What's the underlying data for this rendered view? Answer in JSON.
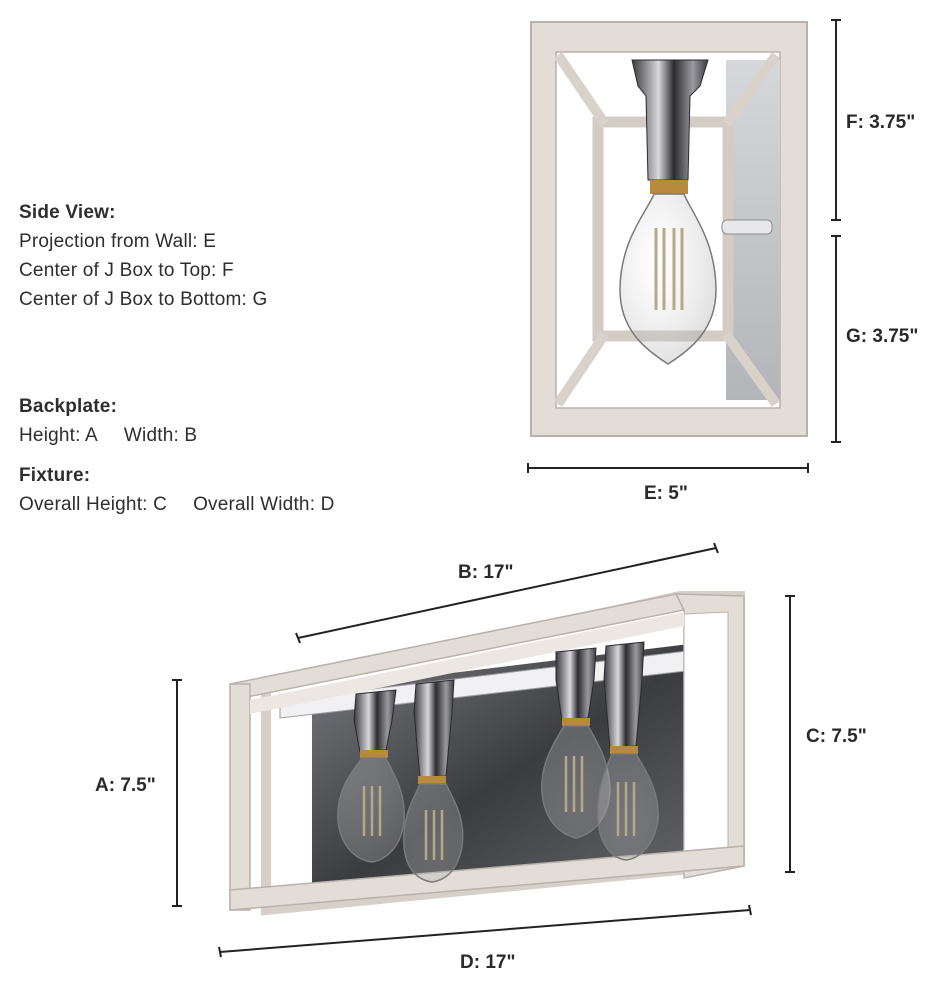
{
  "legend": {
    "side_view": {
      "heading": "Side View:",
      "lines": [
        "Projection from Wall: E",
        "Center of J Box to Top: F",
        "Center of J Box to Bottom: G"
      ]
    },
    "backplate": {
      "heading": "Backplate:",
      "items": [
        "Height: A",
        "Width: B"
      ]
    },
    "fixture": {
      "heading": "Fixture:",
      "items": [
        "Overall Height: C",
        "Overall Width: D"
      ]
    }
  },
  "dimensions": {
    "F": "F: 3.75\"",
    "G": "G: 3.75\"",
    "E": "E: 5\"",
    "B": "B: 17\"",
    "C": "C: 7.5\"",
    "A": "A: 7.5\"",
    "D": "D: 17\""
  },
  "colors": {
    "frame_wood": "#e3ddd7",
    "frame_edge": "#b9b1aa",
    "chrome": "#4a4a50",
    "dim_line": "#222222"
  }
}
